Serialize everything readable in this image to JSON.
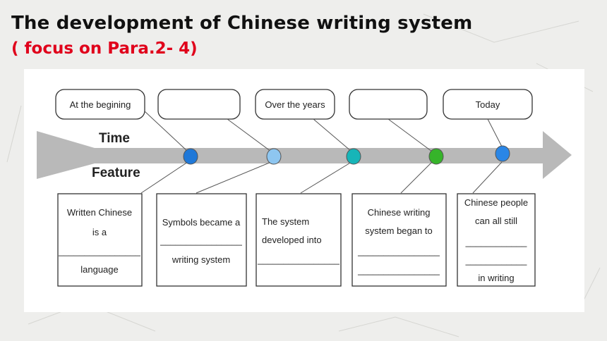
{
  "slide": {
    "title": "The development of Chinese writing system",
    "subtitle": "( focus on Para.2- 4)"
  },
  "diagram": {
    "axis_labels": {
      "time": "Time",
      "feature": "Feature"
    },
    "stages": [
      {
        "time_label": "At the begining",
        "dot_color": "#1f78d8",
        "feature_lines": [
          "Written Chinese",
          "is a",
          "________________",
          "language"
        ]
      },
      {
        "time_label": "",
        "dot_color": "#8ec6f0",
        "feature_lines": [
          "Symbols became a",
          "________________",
          "writing system"
        ]
      },
      {
        "time_label": "Over the years",
        "dot_color": "#17b5b8",
        "feature_lines": [
          "The system",
          "developed into",
          "________________"
        ]
      },
      {
        "time_label": "",
        "dot_color": "#36b42a",
        "feature_lines": [
          "Chinese writing",
          "system began to",
          "________________",
          "________________"
        ]
      },
      {
        "time_label": "Today",
        "dot_color": "#2a86e6",
        "feature_lines": [
          "Chinese people",
          "can all still",
          "____________",
          "____________",
          "in writing"
        ]
      }
    ]
  }
}
